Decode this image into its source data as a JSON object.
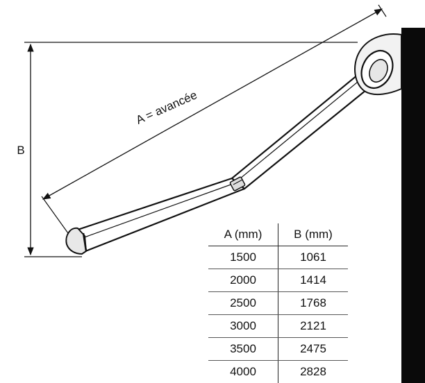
{
  "labels": {
    "dimension_a": "A = avancée",
    "dimension_b": "B"
  },
  "table": {
    "headers": [
      "A (mm)",
      "B (mm)"
    ],
    "rows": [
      [
        "1500",
        "1061"
      ],
      [
        "2000",
        "1414"
      ],
      [
        "2500",
        "1768"
      ],
      [
        "3000",
        "2121"
      ],
      [
        "3500",
        "2475"
      ],
      [
        "4000",
        "2828"
      ]
    ]
  }
}
